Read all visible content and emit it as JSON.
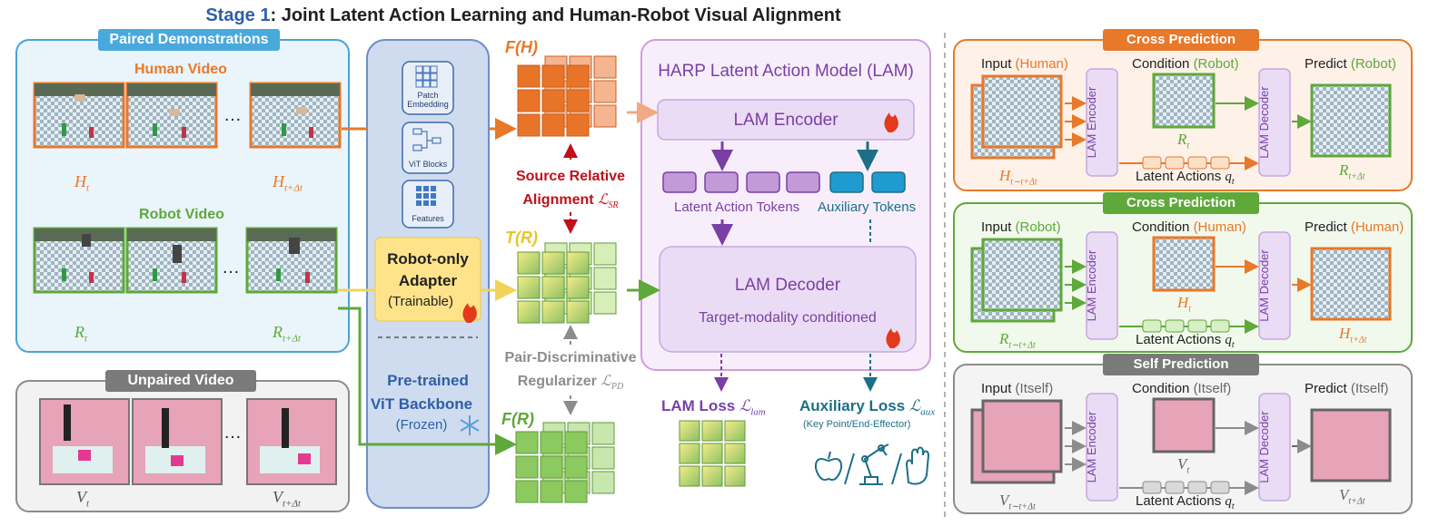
{
  "title": {
    "stage": "Stage 1",
    "rest": ": Joint Latent Action Learning and Human-Robot Visual Alignment"
  },
  "paired": {
    "header": "Paired Demonstrations",
    "human_video_label": "Human Video",
    "robot_video_label": "Robot Video",
    "ellipsis": "…",
    "h_t": "H",
    "h_t_sub": "t",
    "h_tdt": "H",
    "h_tdt_sub": "t+Δt",
    "r_t": "R",
    "r_t_sub": "t",
    "r_tdt": "R",
    "r_tdt_sub": "t+Δt"
  },
  "unpaired": {
    "header": "Unpaired Video",
    "ellipsis": "…",
    "v_t": "V",
    "v_t_sub": "t",
    "v_tdt": "V",
    "v_tdt_sub": "t+Δt"
  },
  "backbone": {
    "patch_embedding": "Patch Embedding",
    "vit_blocks": "ViT Blocks",
    "features": "Features",
    "adapter_line1": "Robot-only",
    "adapter_line2": "Adapter",
    "adapter_line3": "(Trainable)",
    "label_line1": "Pre-trained",
    "label_line2": "ViT Backbone",
    "label_line3": "(Frozen)"
  },
  "features": {
    "fh": "F(H)",
    "tr": "T(R)",
    "fr": "F(R)",
    "sra_line1": "Source Relative",
    "sra_line2": "Alignment",
    "sra_sym": "ℒ",
    "sra_sub": "SR",
    "pdr_line1": "Pair-Discriminative",
    "pdr_line2": "Regularizer",
    "pdr_sym": "ℒ",
    "pdr_sub": "PD"
  },
  "lam": {
    "title": "HARP Latent Action Model (LAM)",
    "encoder": "LAM Encoder",
    "decoder": "LAM Decoder",
    "decoder_sub": "Target-modality conditioned",
    "latent_tokens": "Latent Action Tokens",
    "aux_tokens": "Auxiliary Tokens",
    "loss": "LAM Loss",
    "loss_sym": "ℒ",
    "loss_sub": "lam",
    "aux_loss": "Auxiliary Loss",
    "aux_sym": "ℒ",
    "aux_sub": "aux",
    "aux_note": "(Key Point/End-Effector)"
  },
  "panels": [
    {
      "header": "Cross Prediction",
      "input": "Input",
      "input_src": "(Human)",
      "condition": "Condition",
      "condition_src": "(Robot)",
      "predict": "Predict",
      "predict_src": "(Robot)",
      "encoder": "LAM Encoder",
      "decoder": "LAM Decoder",
      "latent": "Latent Actions",
      "latent_sym": "q",
      "latent_sub": "t",
      "in_sym": "H",
      "in_sub": "t∼t+Δt",
      "cond_sym": "R",
      "cond_sub": "t",
      "out_sym": "R",
      "out_sub": "t+Δt"
    },
    {
      "header": "Cross Prediction",
      "input": "Input",
      "input_src": "(Robot)",
      "condition": "Condition",
      "condition_src": "(Human)",
      "predict": "Predict",
      "predict_src": "(Human)",
      "encoder": "LAM Encoder",
      "decoder": "LAM Decoder",
      "latent": "Latent Actions",
      "latent_sym": "q",
      "latent_sub": "t",
      "in_sym": "R",
      "in_sub": "t∼t+Δt",
      "cond_sym": "H",
      "cond_sub": "t",
      "out_sym": "H",
      "out_sub": "t+Δt"
    },
    {
      "header": "Self Prediction",
      "input": "Input",
      "input_src": "(Itself)",
      "condition": "Condition",
      "condition_src": "(Itself)",
      "predict": "Predict",
      "predict_src": "(Itself)",
      "encoder": "LAM Encoder",
      "decoder": "LAM Decoder",
      "latent": "Latent Actions",
      "latent_sym": "q",
      "latent_sub": "t",
      "in_sym": "V",
      "in_sub": "t∼t+Δt",
      "cond_sym": "V",
      "cond_sub": "t",
      "out_sym": "V",
      "out_sub": "t+Δt"
    }
  ],
  "colors": {
    "human": "#e8782a",
    "robot": "#5fa83a",
    "neutral": "#8c8c8c",
    "purple": "#7a3fa6",
    "blue_label": "#2e5fa8",
    "red": "#c0101a",
    "teal": "#1c6f86"
  }
}
